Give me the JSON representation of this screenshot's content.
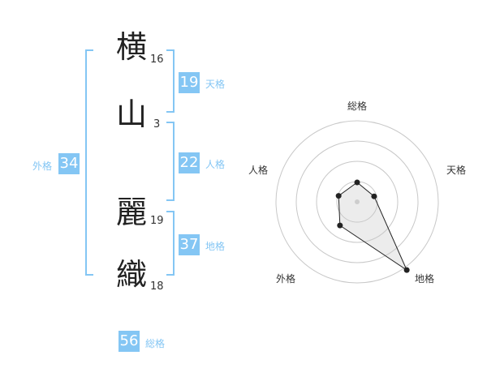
{
  "name_chars": [
    {
      "char": "横",
      "strokes": "16"
    },
    {
      "char": "山",
      "strokes": "3"
    },
    {
      "char": "麗",
      "strokes": "19"
    },
    {
      "char": "織",
      "strokes": "18"
    }
  ],
  "fortunes": {
    "tenkaku": {
      "label": "天格",
      "value": "19"
    },
    "jinkaku": {
      "label": "人格",
      "value": "22"
    },
    "chikaku": {
      "label": "地格",
      "value": "37"
    },
    "gaikaku": {
      "label": "外格",
      "value": "34"
    },
    "soukaku": {
      "label": "総格",
      "value": "56"
    }
  },
  "colors": {
    "accent": "#84c6f4"
  },
  "chart_data": {
    "type": "radar",
    "axes": [
      "総格",
      "天格",
      "地格",
      "外格",
      "人格"
    ],
    "values": [
      1.2,
      1.1,
      5.2,
      1.8,
      1.2
    ],
    "rmax": 5,
    "rings": 4
  }
}
